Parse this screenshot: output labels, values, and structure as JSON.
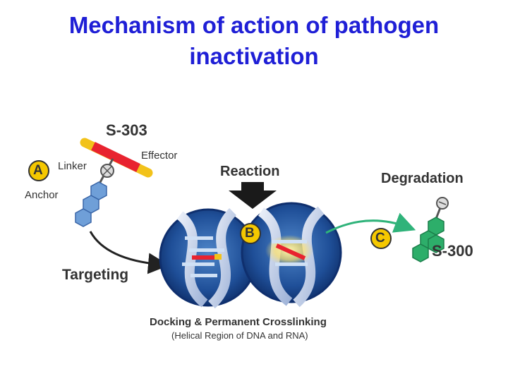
{
  "slide": {
    "title_line1": "Mechanism of action of pathogen",
    "title_line2": "inactivation"
  },
  "diagram": {
    "compound_label": "S-303",
    "linker_label": "Linker",
    "effector_label": "Effector",
    "anchor_label": "Anchor",
    "step_a": "A",
    "step_b": "B",
    "step_c": "C",
    "reaction_label": "Reaction",
    "degradation_label": "Degradation",
    "product_label": "S-300",
    "targeting_label": "Targeting",
    "caption_main": "Docking & Permanent Crosslinking",
    "caption_sub": "(Helical Region of DNA and RNA)"
  },
  "colors": {
    "title": "#1f1fd6",
    "effector": "#e8232f",
    "effector_end": "#f2c21a",
    "anchor": "#6f9fd8",
    "product": "#2dae6a",
    "badge": "#f5c800",
    "helix_dark": "#0f2f6e",
    "arrow_green": "#2fb37a"
  }
}
